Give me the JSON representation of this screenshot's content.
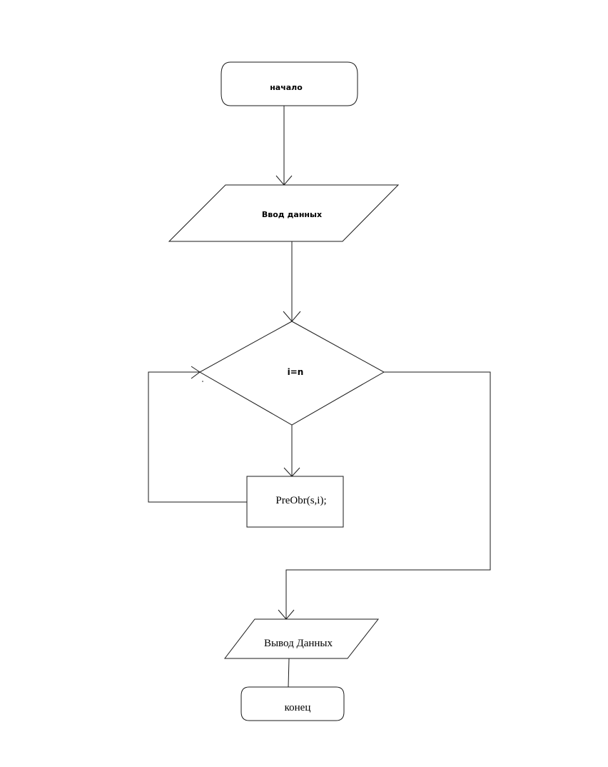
{
  "diagram": {
    "start_label": "начало",
    "input_label": "Ввод данных",
    "condition_label": "i=n",
    "process_label": "PreObr(s,i);",
    "output_label": "Вывод Данных",
    "end_label": "конец"
  }
}
